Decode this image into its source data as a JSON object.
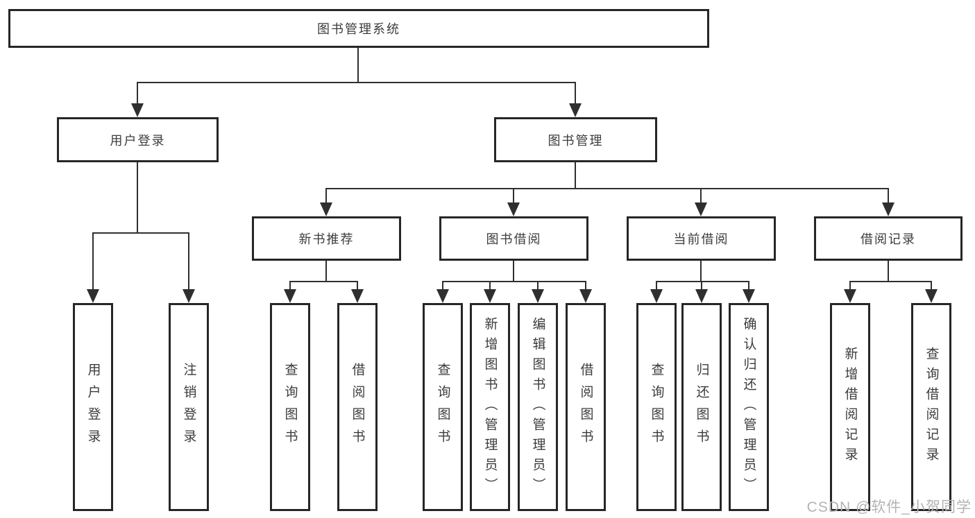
{
  "diagram": {
    "root": {
      "label": "图书管理系统"
    },
    "level2": [
      {
        "label": "用户登录"
      },
      {
        "label": "图书管理"
      }
    ],
    "level3": [
      {
        "label": "新书推荐"
      },
      {
        "label": "图书借阅"
      },
      {
        "label": "当前借阅"
      },
      {
        "label": "借阅记录"
      }
    ],
    "level4": [
      {
        "label": "用户登录"
      },
      {
        "label": "注销登录"
      },
      {
        "label": "查询图书"
      },
      {
        "label": "借阅图书"
      },
      {
        "label": "查询图书"
      },
      {
        "label": "新增图书（管理员）"
      },
      {
        "label": "编辑图书（管理员）"
      },
      {
        "label": "借阅图书"
      },
      {
        "label": "查询图书"
      },
      {
        "label": "归还图书"
      },
      {
        "label": "确认归还（管理员）"
      },
      {
        "label": "新增借阅记录"
      },
      {
        "label": "查询借阅记录"
      }
    ],
    "colors": {
      "line": "#2f2f2f",
      "box_border": "#262626",
      "text": "#3c3c3c",
      "watermark": "#b3b3b3",
      "background": "#ffffff"
    }
  },
  "watermark": {
    "text": "CSDN @软件_小贺同学"
  }
}
